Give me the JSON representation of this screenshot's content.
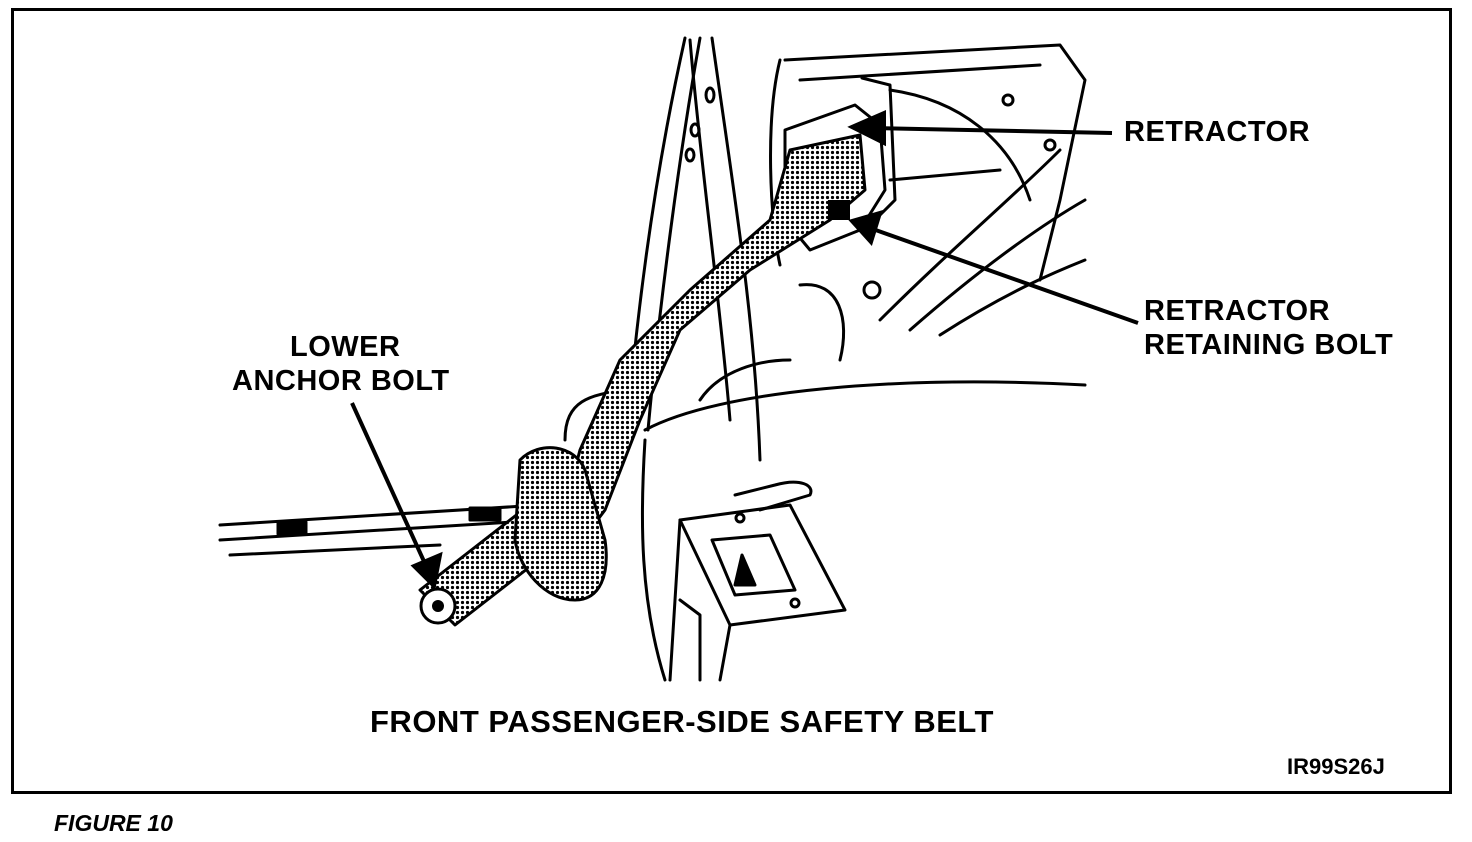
{
  "figure_label": "FIGURE 10",
  "title": "FRONT PASSENGER-SIDE SAFETY BELT",
  "drawing_code": "IR99S26J",
  "callouts": {
    "retractor": "RETRACTOR",
    "retractor_bolt_line1": "RETRACTOR",
    "retractor_bolt_line2": "RETAINING BOLT",
    "anchor_line1": "LOWER",
    "anchor_line2": "ANCHOR BOLT"
  },
  "colors": {
    "ink": "#000000",
    "paper": "#ffffff"
  }
}
